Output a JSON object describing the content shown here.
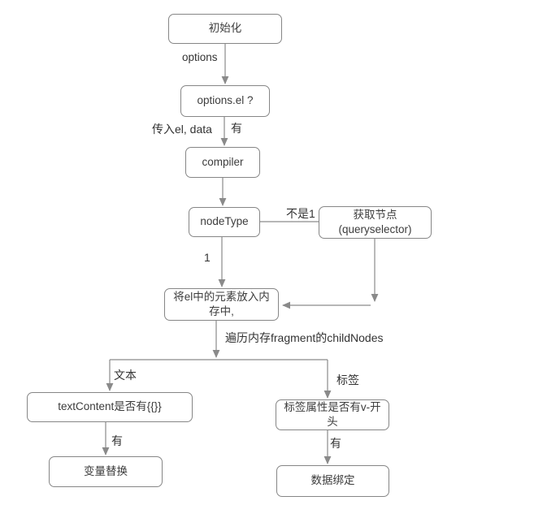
{
  "diagram": {
    "background": "#ffffff",
    "box_border_color": "#868686",
    "line_color": "#8a8a8a",
    "text_color": "#3c3c3c",
    "nodes": {
      "init": "初始化",
      "options_el": "options.el ?",
      "compiler": "compiler",
      "node_type": "nodeType",
      "get_node": "获取节点\n(queryselector)",
      "memory": "将el中的元素放入内存中,",
      "text_content": "textContent是否有{{}}",
      "replace": "变量替换",
      "tag_attr": "标签属性是否有v-开头",
      "data_bind": "数据绑定"
    },
    "edge_labels": {
      "options": "options",
      "pass_el_data": "传入el, data",
      "has_el": "有",
      "not_1": "不是1",
      "is_1": "1",
      "traverse": "遍历内存fragment的childNodes",
      "text": "文本",
      "tag": "标签",
      "has_mustache": "有",
      "has_v": "有"
    },
    "edges": [
      {
        "from": "init",
        "to": "options_el",
        "labels": [
          "options"
        ]
      },
      {
        "from": "options_el",
        "to": "compiler",
        "labels": [
          "传入el, data",
          "有"
        ]
      },
      {
        "from": "compiler",
        "to": "node_type",
        "labels": []
      },
      {
        "from": "node_type",
        "to": "get_node",
        "labels": [
          "不是1"
        ]
      },
      {
        "from": "node_type",
        "to": "memory",
        "labels": [
          "1"
        ]
      },
      {
        "from": "get_node",
        "to": "memory",
        "labels": []
      },
      {
        "from": "memory",
        "to": "branch_split",
        "labels": [
          "遍历内存fragment的childNodes"
        ]
      },
      {
        "from": "branch_split",
        "to": "text_content",
        "labels": [
          "文本"
        ]
      },
      {
        "from": "branch_split",
        "to": "tag_attr",
        "labels": [
          "标签"
        ]
      },
      {
        "from": "text_content",
        "to": "replace",
        "labels": [
          "有"
        ]
      },
      {
        "from": "tag_attr",
        "to": "data_bind",
        "labels": [
          "有"
        ]
      }
    ]
  }
}
